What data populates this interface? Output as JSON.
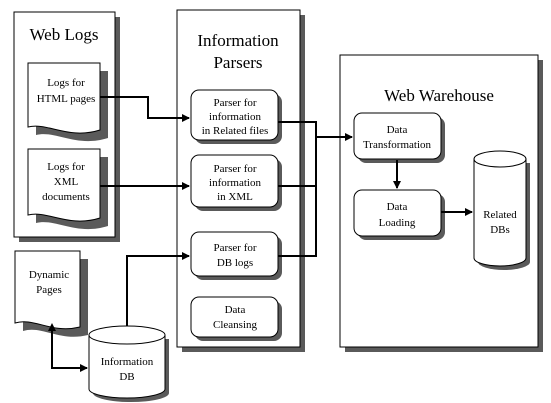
{
  "web_logs": {
    "title": "Web Logs",
    "docs": [
      {
        "line1": "Logs for",
        "line2": "HTML pages"
      },
      {
        "line1": "Logs for",
        "line2": "XML",
        "line3": "documents"
      }
    ]
  },
  "parsers": {
    "title_line1": "Information",
    "title_line2": "Parsers",
    "boxes": [
      {
        "line1": "Parser for",
        "line2": "information",
        "line3": "in Related files"
      },
      {
        "line1": "Parser for",
        "line2": "information",
        "line3": "in XML"
      },
      {
        "line1": "Parser for",
        "line2": "DB logs"
      },
      {
        "line1": "Data",
        "line2": "Cleansing"
      }
    ]
  },
  "warehouse": {
    "title": "Web Warehouse",
    "transformation": {
      "line1": "Data",
      "line2": "Transformation"
    },
    "loading": {
      "line1": "Data",
      "line2": "Loading"
    },
    "related_dbs": {
      "line1": "Related",
      "line2": "DBs"
    }
  },
  "dynamic_pages": {
    "line1": "Dynamic",
    "line2": "Pages"
  },
  "information_db": {
    "line1": "Information",
    "line2": "DB"
  }
}
